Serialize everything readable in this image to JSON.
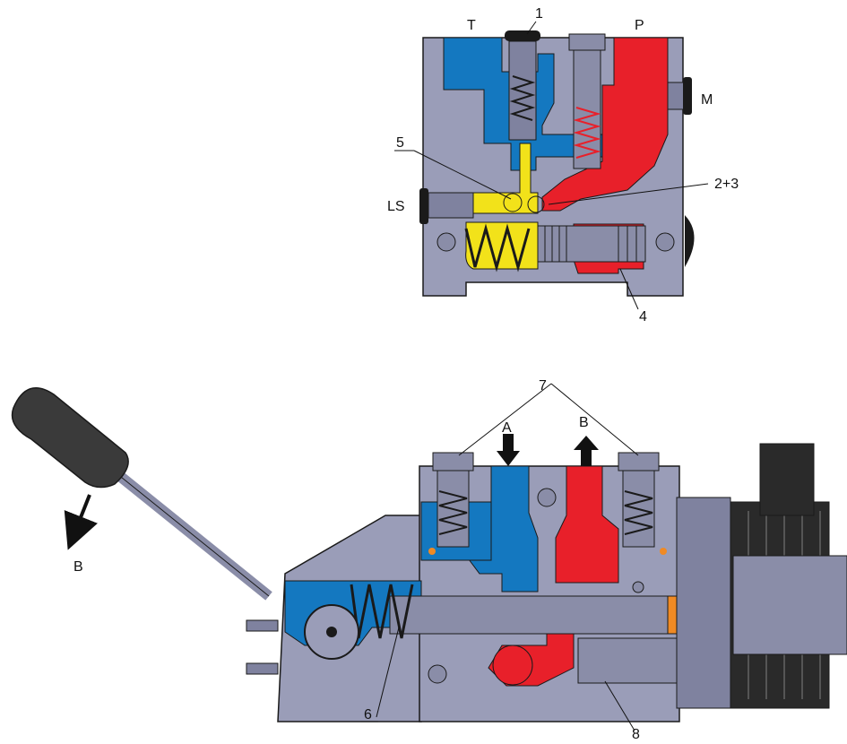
{
  "colors": {
    "body": "#9a9db8",
    "body_dark": "#7f829f",
    "tank": "#1478c0",
    "pressure": "#e8202a",
    "load_sense": "#f2e21a",
    "part_grey": "#8a8da8",
    "handle": "#3a3a3a",
    "outline": "#1a1a1a",
    "accent_orange": "#f08a24"
  },
  "labels": {
    "t_port": "T",
    "p_port": "P",
    "m_port": "M",
    "ls_port": "LS",
    "part_1": "1",
    "part_2_3": "2+3",
    "part_4": "4",
    "part_5": "5",
    "part_6": "6",
    "part_7": "7",
    "part_8": "8",
    "port_a": "A",
    "port_b": "B",
    "lever_b": "B"
  }
}
